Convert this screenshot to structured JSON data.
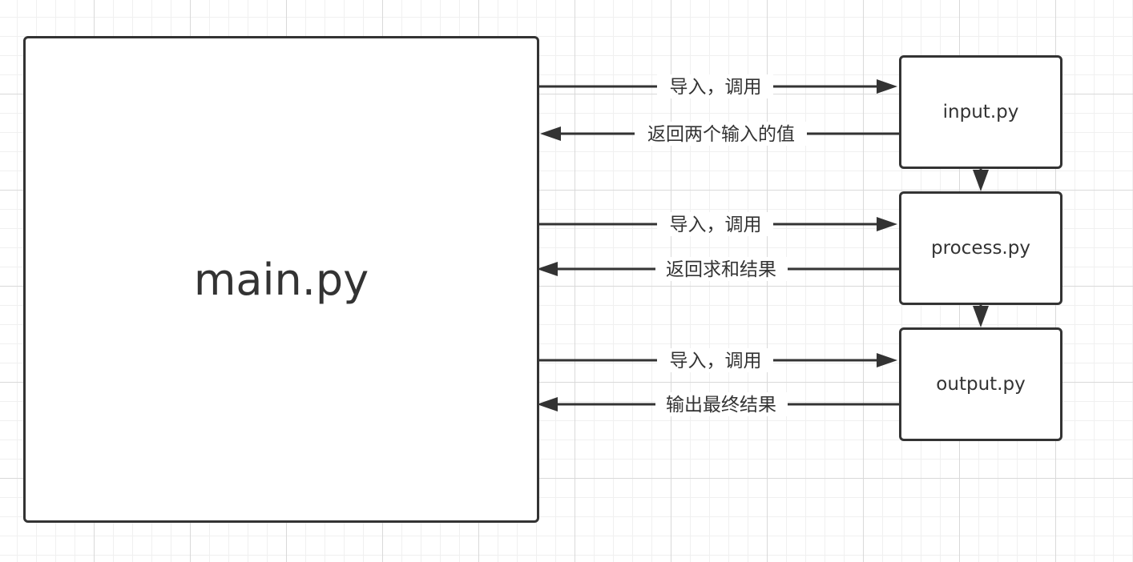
{
  "nodes": {
    "main": {
      "label": "main.py"
    },
    "input": {
      "label": "input.py"
    },
    "process": {
      "label": "process.py"
    },
    "output": {
      "label": "output.py"
    }
  },
  "edges": {
    "main_to_input": {
      "label": "导入，调用"
    },
    "input_to_main": {
      "label": "返回两个输入的值"
    },
    "main_to_process": {
      "label": "导入，调用"
    },
    "process_to_main": {
      "label": "返回求和结果"
    },
    "main_to_output": {
      "label": "导入，调用"
    },
    "output_to_main": {
      "label": "输出最终结果"
    }
  },
  "colors": {
    "stroke": "#333333",
    "grid": "#d9d9d9",
    "background": "#ffffff"
  }
}
